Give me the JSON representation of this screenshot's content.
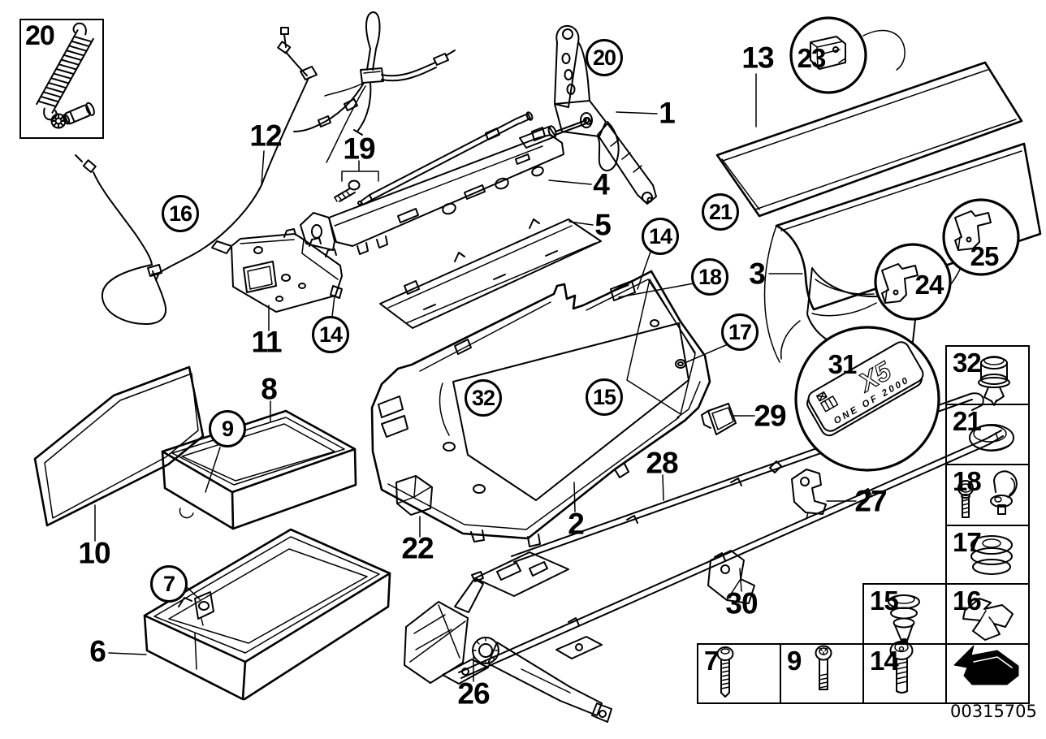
{
  "diagram": {
    "code": "00315705",
    "background": "#ffffff",
    "line_color": "#000000"
  },
  "badge": {
    "model": "X5",
    "edition": "ONE OF 2000"
  },
  "labels": {
    "n1": "1",
    "n2": "2",
    "n3": "3",
    "n4": "4",
    "n5": "5",
    "n6": "6",
    "n7": "7",
    "n8": "8",
    "n9": "9",
    "n10": "10",
    "n11": "11",
    "n12": "12",
    "n13": "13",
    "n14": "14",
    "n15": "15",
    "n16": "16",
    "n17": "17",
    "n18": "18",
    "n19": "19",
    "n20": "20",
    "n21": "21",
    "n22": "22",
    "n23": "23",
    "n24": "24",
    "n25": "25",
    "n26": "26",
    "n27": "27",
    "n28": "28",
    "n29": "29",
    "n30": "30",
    "n31": "31",
    "n32": "32"
  }
}
